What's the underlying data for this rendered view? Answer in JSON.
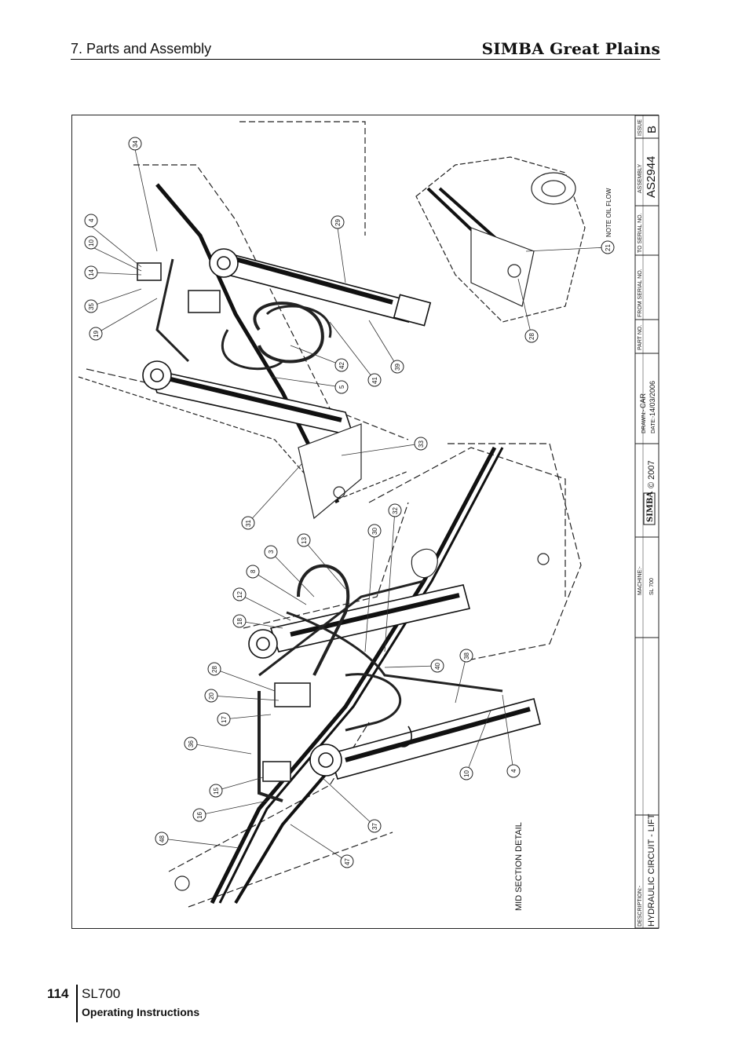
{
  "header": {
    "section_title": "7. Parts and Assembly",
    "brand": "SIMBA Great Plains"
  },
  "drawing": {
    "mid_section_label": "MID SECTION DETAIL",
    "note_label": "NOTE OIL FLOW",
    "callouts": [
      "34",
      "4",
      "10",
      "14",
      "35",
      "19",
      "29",
      "42",
      "5",
      "41",
      "39",
      "21",
      "28",
      "33",
      "31",
      "3",
      "13",
      "30",
      "32",
      "8",
      "12",
      "18",
      "28",
      "20",
      "17",
      "36",
      "15",
      "16",
      "48",
      "47",
      "37",
      "40",
      "38",
      "10",
      "4"
    ]
  },
  "title_block": {
    "description_label": "DESCRIPTION:-",
    "description": "HYDRAULIC CIRCUIT - LIFT",
    "machine_label": "MACHINE:-",
    "machine": "SL 700",
    "logo_text": "SIMBA",
    "copyright": "© 2007",
    "drawn_label": "DRAWN:-",
    "drawn": "CAR",
    "date_label": "DATE:-",
    "date": "14/03/2006",
    "part_no_label": "PART NO.",
    "from_serial_label": "FROM SERIAL NO.",
    "to_serial_label": "TO SERIAL NO.",
    "assembly_label": "ASSEMBLY",
    "assembly": "AS2944",
    "issue_label": "ISSUE",
    "issue": "B"
  },
  "footer": {
    "page_number": "114",
    "model": "SL700",
    "subtitle": "Operating Instructions"
  }
}
